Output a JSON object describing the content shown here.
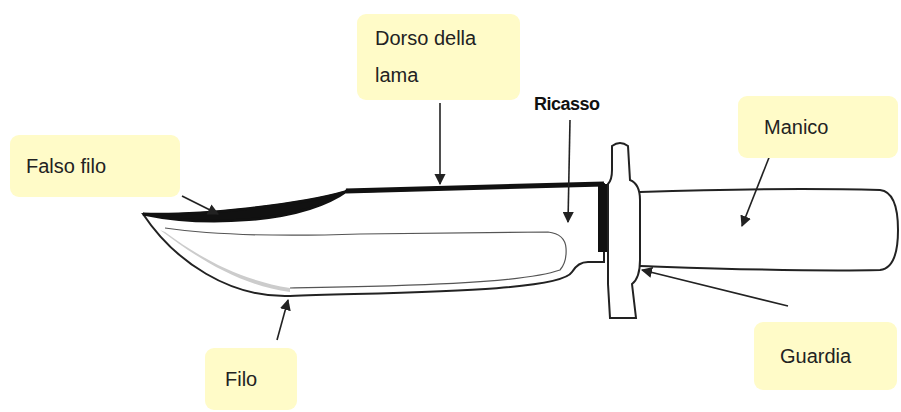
{
  "diagram": {
    "nodes": [
      {
        "text": [
          "Dorso della lama"
        ]
      },
      {
        "text": [
          "Manico"
        ]
      },
      {
        "text": [
          "Falso filo"
        ]
      },
      {
        "text": [
          "Guardia"
        ]
      },
      {
        "text": [
          "Filo"
        ]
      }
    ],
    "labels": [
      "Ricasso"
    ]
  }
}
